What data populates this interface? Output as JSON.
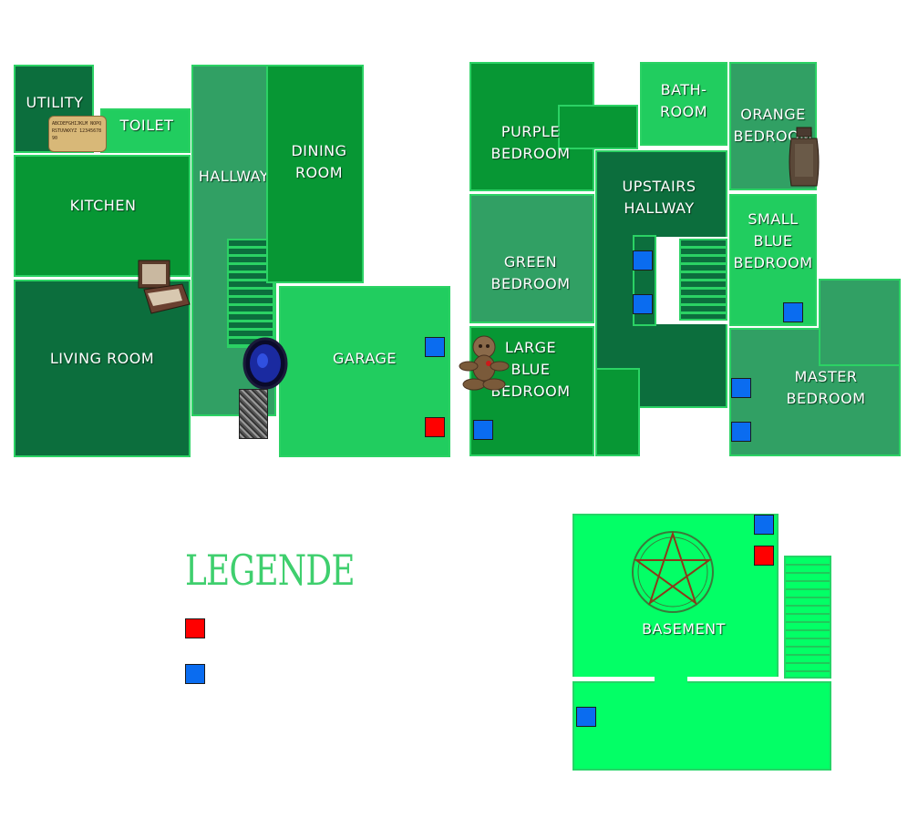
{
  "rooms": {
    "utility": "UTILITY",
    "toilet": "TOILET",
    "kitchen": "KITCHEN",
    "living_room": "LIVING ROOM",
    "hallway": "HALLWAY",
    "dining_room": "DINING\nROOM",
    "garage": "GARAGE",
    "purple_bedroom": "PURPLE\nBEDROOM",
    "bathroom": "BATH-\nROOM",
    "orange_bedroom": "ORANGE\nBEDROOM",
    "upstairs_hallway": "UPSTAIRS\nHALLWAY",
    "green_bedroom": "GREEN\nBEDROOM",
    "small_blue_bedroom": "SMALL\nBLUE\nBEDROOM",
    "large_blue_bedroom": "LARGE\nBLUE\nBEDROOM",
    "master_bedroom": "MASTER\nBEDROOM",
    "basement": "BASEMENT"
  },
  "legend": {
    "title": "LEGENDE",
    "items": [
      {
        "color": "#ff0000",
        "label": ""
      },
      {
        "color": "#0a6cf0",
        "label": ""
      }
    ]
  },
  "colors": {
    "red_marker": "#ff0000",
    "blue_marker": "#0a6cf0",
    "legend_title": "#3fcf6e"
  },
  "items": {
    "ouija_board": "ABCDEFGHIJKLM NOPQRSTUVWXYZ 1234567890",
    "icons": [
      "ouija-board-icon",
      "music-box-icon",
      "mirror-icon",
      "tarot-card-icon",
      "voodoo-doll-icon",
      "urn-icon",
      "summoning-circle-icon"
    ]
  }
}
